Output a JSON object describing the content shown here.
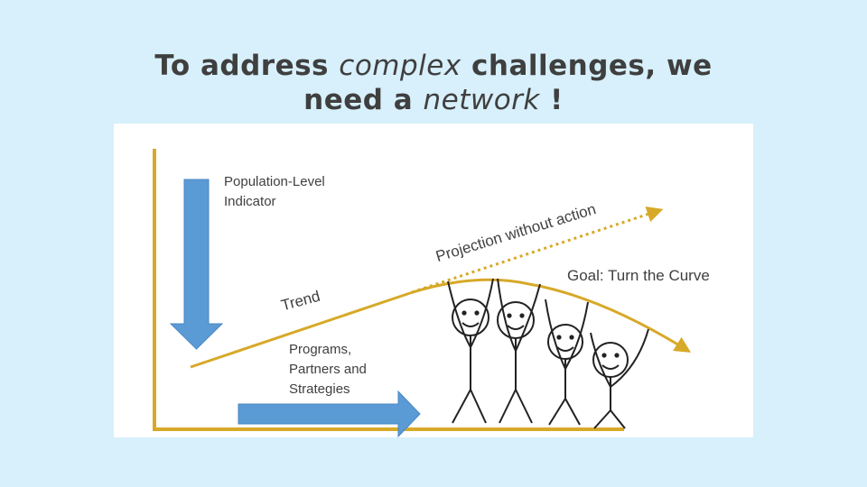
{
  "title": {
    "line1_pre": "To address ",
    "line1_em": "complex",
    "line1_post": " challenges, we",
    "line2_pre": "need a ",
    "line2_em": "network",
    "line2_post": " !"
  },
  "diagram": {
    "indicator_label_1": "Population-Level",
    "indicator_label_2": "Indicator",
    "trend_label": "Trend",
    "projection_label": "Projection without action",
    "goal_label": "Goal: Turn the Curve",
    "programs_label_1": "Programs,",
    "programs_label_2": "Partners and",
    "programs_label_3": "Strategies"
  },
  "colors": {
    "background": "#d7f0fb",
    "axis": "#d7a928",
    "arrow_blue": "#5b9bd5",
    "title_text": "#3f3f3f"
  }
}
